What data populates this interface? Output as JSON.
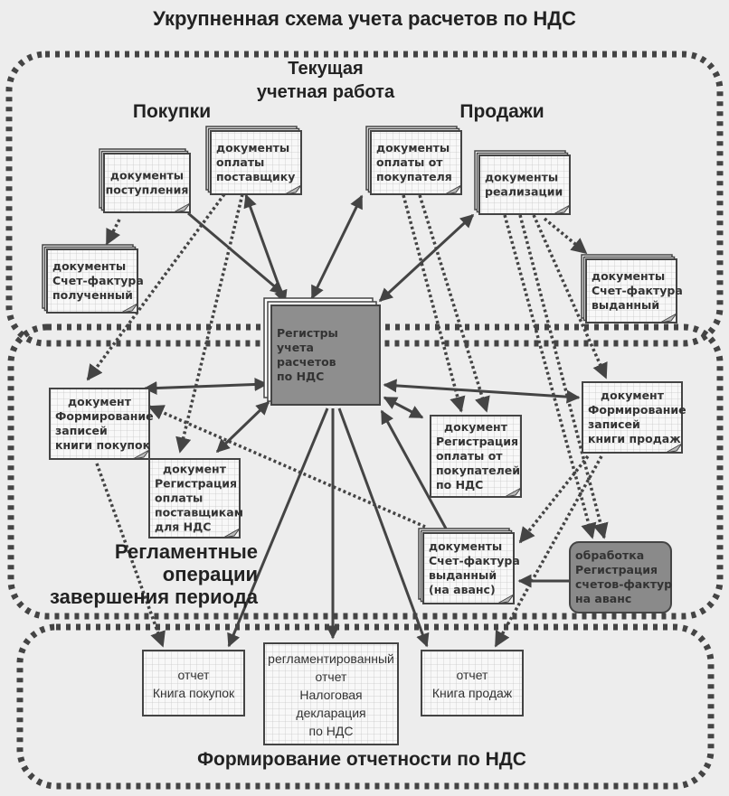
{
  "title": "Укрупненная схема учета расчетов по НДС",
  "regions": {
    "current": {
      "title_line1": "Текущая",
      "title_line2": "учетная работа",
      "purchases": "Покупки",
      "sales": "Продажи"
    },
    "period_end": {
      "title_line1": "Регламентные",
      "title_line2": "операции",
      "title_line3": "завершения периода"
    },
    "reporting": {
      "title": "Формирование отчетности по НДС"
    }
  },
  "nodes": {
    "receipts": {
      "lines": [
        "документы",
        "поступления"
      ]
    },
    "pay_supplier": {
      "lines": [
        "документы",
        "оплаты",
        "поставщику"
      ]
    },
    "pay_customer": {
      "lines": [
        "документы",
        "оплаты от",
        "покупателя"
      ]
    },
    "sales_docs": {
      "lines": [
        "документы",
        "реализации"
      ]
    },
    "invoice_received": {
      "lines": [
        "документы",
        "Счет-фактура",
        "полученный"
      ]
    },
    "invoice_issued": {
      "lines": [
        "документы",
        "Счет-фактура",
        "выданный"
      ]
    },
    "registers": {
      "lines": [
        "Регистры",
        "учета",
        "расчетов",
        "по НДС"
      ]
    },
    "purchase_book_entries": {
      "lines": [
        "документ",
        "Формирование",
        "записей",
        "книги покупок"
      ]
    },
    "supplier_payment_reg": {
      "lines": [
        "документ",
        "Регистрация",
        "оплаты",
        "поставщикам",
        "для НДС"
      ]
    },
    "customer_payment_reg": {
      "lines": [
        "документ",
        "Регистрация",
        "оплаты от",
        "покупателей",
        "по НДС"
      ]
    },
    "sales_book_entries": {
      "lines": [
        "документ",
        "Формирование",
        "записей",
        "книги продаж"
      ]
    },
    "advance_invoice": {
      "lines": [
        "документы",
        "Счет-фактура",
        "выданный",
        "(на аванс)"
      ]
    },
    "advance_processing": {
      "lines": [
        "обработка",
        "Регистрация",
        "счетов-фактур",
        "на аванс"
      ]
    },
    "purchase_book": {
      "lines": [
        "отчет",
        "Книга покупок"
      ]
    },
    "vat_declaration": {
      "lines": [
        "регламентированный",
        "отчет",
        "Налоговая",
        "декларация",
        "по НДС"
      ]
    },
    "sales_book": {
      "lines": [
        "отчет",
        "Книга продаж"
      ]
    }
  },
  "colors": {
    "line": "#444444",
    "box_fill": "#f7f7f7",
    "grid": "#c8c8c8",
    "register_fill": "#8e8e8e",
    "processing_fill": "#8a8a8a",
    "text": "#333333"
  }
}
